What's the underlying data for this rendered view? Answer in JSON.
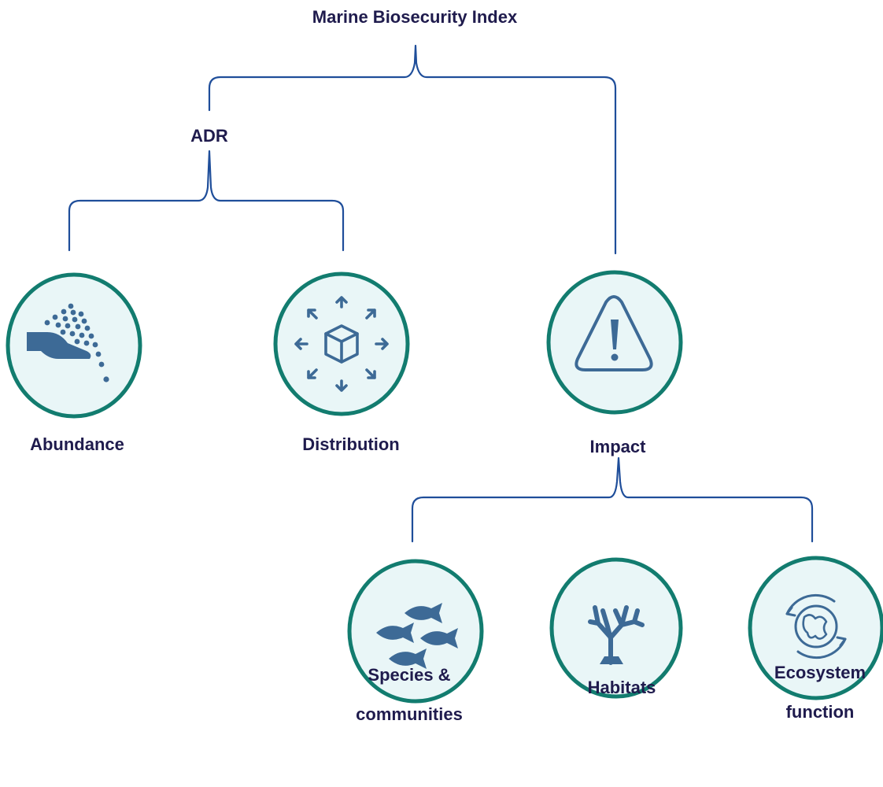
{
  "title": "Marine Biosecurity Index",
  "groups": {
    "adr": "ADR",
    "impact": "Impact"
  },
  "nodes": {
    "abundance": {
      "label": "Abundance",
      "icon": "hand-scattering-dots-icon"
    },
    "distribution": {
      "label": "Distribution",
      "icon": "cube-arrows-outward-icon"
    },
    "impact": {
      "label": "Impact",
      "icon": "warning-triangle-icon"
    },
    "species": {
      "label_line1": "Species &",
      "label_line2": "communities",
      "icon": "fish-school-icon"
    },
    "habitats": {
      "label": "Habitats",
      "icon": "coral-icon"
    },
    "ecosystem": {
      "label_line1": "Ecosystem",
      "label_line2": "function",
      "icon": "globe-cycle-icon"
    }
  },
  "colors": {
    "text": "#1f1b4d",
    "connector": "#1f4e9a",
    "ring": "#127c6f",
    "circle_fill": "#e9f6f7",
    "icon": "#3d6a96"
  }
}
